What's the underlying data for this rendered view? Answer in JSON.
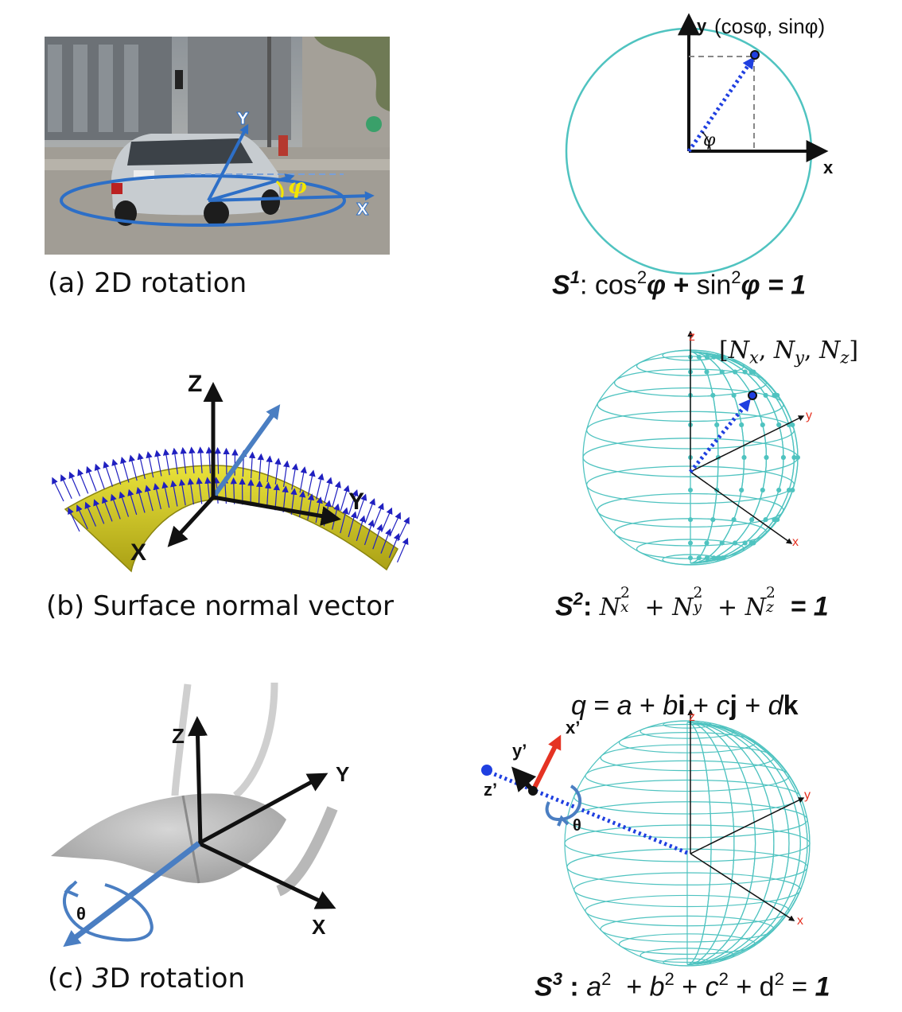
{
  "panels": {
    "a": {
      "caption": "(a) 2D rotation",
      "photo_labels": {
        "y": "Y",
        "x": "X",
        "angle": "φ"
      },
      "circle": {
        "x_label": "x",
        "y_label": "y",
        "angle": "φ",
        "point_label": "(cosφ, sinφ)"
      },
      "equation": {
        "space": "S",
        "power": "1",
        "sep": ":",
        "t1": "cos",
        "e1": "2",
        "v1": "φ",
        "plus": " + ",
        "t2": "sin",
        "e2": "2",
        "v2": "φ",
        "eqs": " = ",
        "rhs": "1"
      }
    },
    "b": {
      "caption": "(b) Surface normal vector",
      "axes": {
        "x": "X",
        "y": "Y",
        "z": "Z"
      },
      "sphere": {
        "x": "x",
        "y": "y",
        "z": "z",
        "point_label": "[N_x, N_y, N_z]"
      },
      "equation": {
        "space": "S",
        "power": "2",
        "sep": ":",
        "n": "N",
        "sx": "x",
        "sy": "y",
        "sz": "z",
        "sq": "2",
        "plus": " + ",
        "eqs": " = ",
        "rhs": "1"
      }
    },
    "c": {
      "caption_prefix": "(c) ",
      "caption_italic": "3",
      "caption_suffix": "D rotation",
      "axes": {
        "x": "X",
        "y": "Y",
        "z": "Z",
        "angle": "θ"
      },
      "sphere": {
        "x": "x",
        "y": "y",
        "z": "z",
        "xp": "x’",
        "yp": "y’",
        "zp": "z’",
        "angle": "θ"
      },
      "quaternion": {
        "q": "q",
        "eqs": " = ",
        "a": "a",
        "plus": " + ",
        "b": "b",
        "i": "i",
        "c": "c",
        "j": "j",
        "d": "d",
        "k": "k"
      },
      "equation": {
        "space": "S",
        "power": "3",
        "sep": " : ",
        "a": "a",
        "b": "b",
        "c": "c",
        "d": "d",
        "sq": "2",
        "plus": "  + ",
        "plus2": " + ",
        "eqs": " = ",
        "rhs": "1"
      }
    }
  },
  "colors": {
    "teal": "#4fc3c0",
    "blue": "#1f3fe0",
    "steel": "#4a7ec2",
    "red": "#e53323",
    "yellow": "#f3e600",
    "surface": "#d4cc2a",
    "dark": "#111111"
  }
}
